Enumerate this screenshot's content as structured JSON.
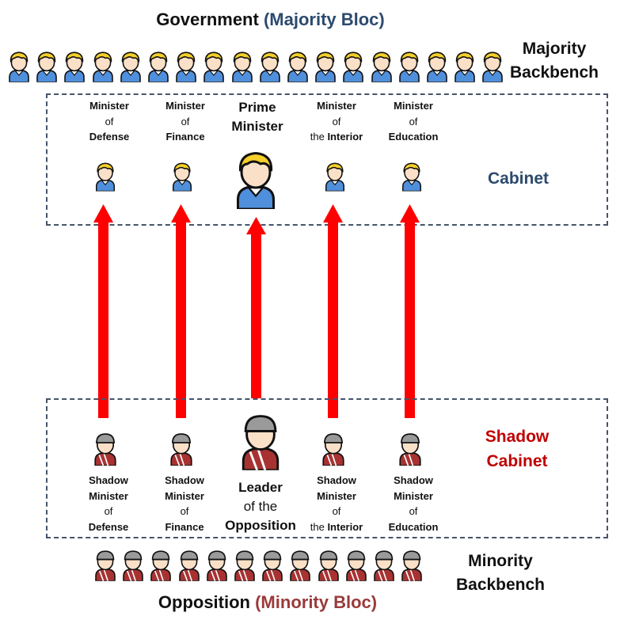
{
  "header": {
    "government": "Government",
    "majority_bloc": "(Majority Bloc)"
  },
  "footer": {
    "opposition": "Opposition",
    "minority_bloc": "(Minority Bloc)"
  },
  "labels": {
    "majority_backbench_line1": "Majority",
    "majority_backbench_line2": "Backbench",
    "cabinet": "Cabinet",
    "shadow_cabinet_line1": "Shadow",
    "shadow_cabinet_line2": "Cabinet",
    "minority_backbench_line1": "Minority",
    "minority_backbench_line2": "Backbench"
  },
  "cabinet": [
    {
      "l1": "Minister",
      "l2": "of",
      "l3": "Defense"
    },
    {
      "l1": "Minister",
      "l2": "of",
      "l3": "Finance"
    },
    {
      "l1": "Prime",
      "l2": "Minister"
    },
    {
      "l1": "Minister",
      "l2": "of",
      "l3a": "the ",
      "l3b": "Interior"
    },
    {
      "l1": "Minister",
      "l2": "of",
      "l3": "Education"
    }
  ],
  "shadow_cabinet": [
    {
      "l1": "Shadow",
      "l2": "Minister",
      "l3": "of",
      "l4": "Defense"
    },
    {
      "l1": "Shadow",
      "l2": "Minister",
      "l3": "of",
      "l4": "Finance"
    },
    {
      "l1": "Leader",
      "l2": "of the",
      "l3": "Opposition"
    },
    {
      "l1": "Shadow",
      "l2": "Minister",
      "l3": "of",
      "l4a": "the ",
      "l4b": "Interior"
    },
    {
      "l1": "Shadow",
      "l2": "Minister",
      "l3": "of",
      "l4": "Education"
    }
  ],
  "colors": {
    "government_bloc": "#2c4a6e",
    "opposition_bloc": "#9b3a3a",
    "shadow_cabinet": "#c00000",
    "arrow": "#ff0000",
    "box_border": "#44546a"
  },
  "icons": {
    "government_member": "blond-person-blue-shirt-icon",
    "opposition_member": "cap-person-red-shirt-icon"
  },
  "counts": {
    "majority_backbench": 18,
    "minority_backbench": 12
  }
}
